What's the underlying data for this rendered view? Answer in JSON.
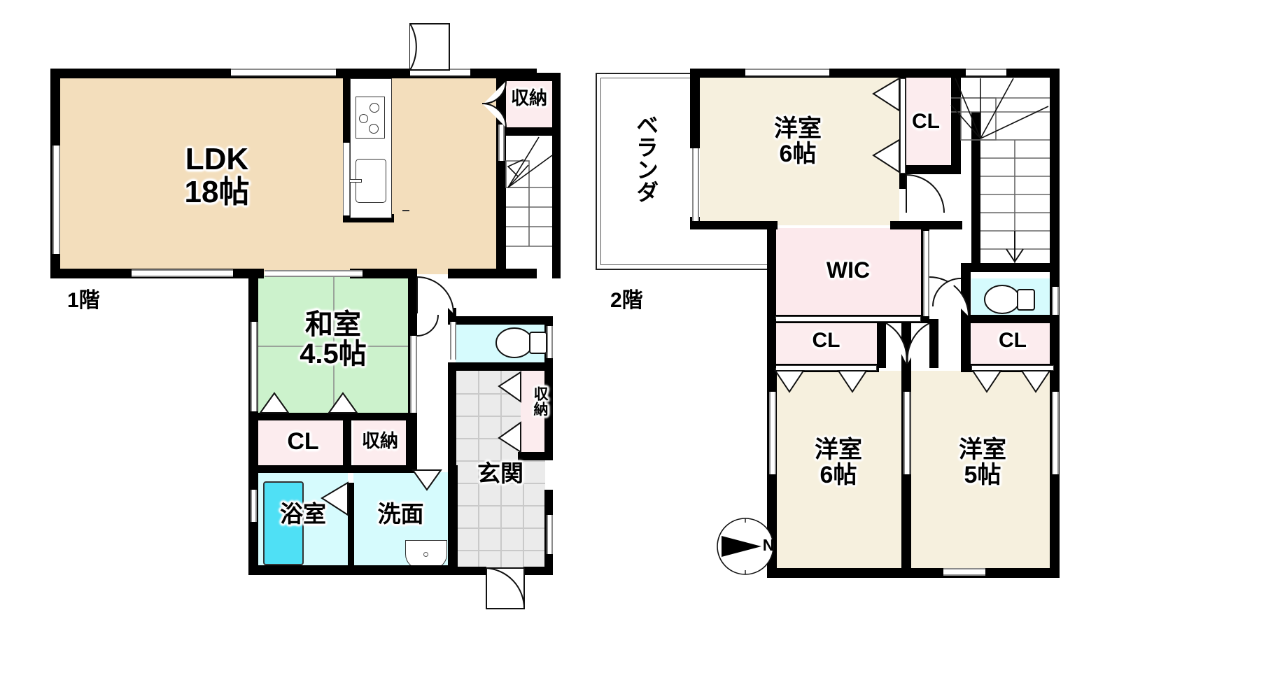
{
  "document": {
    "type": "floor-plan",
    "language": "ja",
    "title": "間取図"
  },
  "floors": [
    {
      "id": "floor1",
      "label": "1階"
    },
    {
      "id": "floor2",
      "label": "2階"
    }
  ],
  "compass": {
    "letter": "N",
    "direction": "east"
  },
  "floor1": {
    "rooms": [
      {
        "key": "ldk",
        "name": "LDK",
        "size": "18帖",
        "color": "#f3debc"
      },
      {
        "key": "washitsu",
        "name": "和室",
        "size": "4.5帖",
        "color": "#ccf2cc"
      },
      {
        "key": "cl1",
        "name": "CL",
        "size": "",
        "color": "#fcecee"
      },
      {
        "key": "shuno1",
        "name": "収納",
        "size": "",
        "color": "#fcecee"
      },
      {
        "key": "shuno2",
        "name": "収納",
        "size": "",
        "color": "#fcecee"
      },
      {
        "key": "shuno3",
        "name": "収納",
        "size": "",
        "color": "#fcecee"
      },
      {
        "key": "yokushitsu",
        "name": "浴室",
        "size": "",
        "color": "#d6fbfd"
      },
      {
        "key": "senmen",
        "name": "洗面",
        "size": "",
        "color": "#d6fbfd"
      },
      {
        "key": "toilet1",
        "name": "",
        "size": "",
        "color": "#d6fbfd"
      },
      {
        "key": "genkan",
        "name": "玄関",
        "size": "",
        "color": "#ebebeb"
      }
    ],
    "fixtures": [
      {
        "key": "stove",
        "name": "コンロ"
      },
      {
        "key": "sink",
        "name": "シンク"
      },
      {
        "key": "bathtub",
        "name": "浴槽"
      },
      {
        "key": "basin",
        "name": "洗面台"
      },
      {
        "key": "toilet",
        "name": "トイレ"
      },
      {
        "key": "stairs",
        "name": "階段"
      }
    ]
  },
  "floor2": {
    "rooms": [
      {
        "key": "veranda",
        "name": "ベランダ",
        "size": "",
        "color": "#ffffff"
      },
      {
        "key": "yoshitsu_top",
        "name": "洋室",
        "size": "6帖",
        "color": "#f6f0de"
      },
      {
        "key": "cl_top",
        "name": "CL",
        "size": "",
        "color": "#fcecee"
      },
      {
        "key": "wic",
        "name": "WIC",
        "size": "",
        "color": "#fce9ec"
      },
      {
        "key": "cl_left",
        "name": "CL",
        "size": "",
        "color": "#fcecee"
      },
      {
        "key": "cl_right",
        "name": "CL",
        "size": "",
        "color": "#fcecee"
      },
      {
        "key": "yoshitsu_bl",
        "name": "洋室",
        "size": "6帖",
        "color": "#f6f0de"
      },
      {
        "key": "yoshitsu_br",
        "name": "洋室",
        "size": "5帖",
        "color": "#f6f0de"
      },
      {
        "key": "toilet2",
        "name": "",
        "size": "",
        "color": "#d6fbfd"
      }
    ],
    "fixtures": [
      {
        "key": "stairs_down",
        "name": "階段"
      },
      {
        "key": "toilet",
        "name": "トイレ"
      }
    ]
  },
  "colors": {
    "wall": "#000000",
    "ldk_fill": "#f3debc",
    "western_fill": "#f6f0de",
    "tatami_fill": "#ccf2cc",
    "closet_fill": "#fcecee",
    "wic_fill": "#fce9ec",
    "water_fill": "#d6fbfd",
    "tub_fill": "#4fe0f5",
    "genkan_fill": "#ebebeb",
    "background": "#ffffff"
  }
}
